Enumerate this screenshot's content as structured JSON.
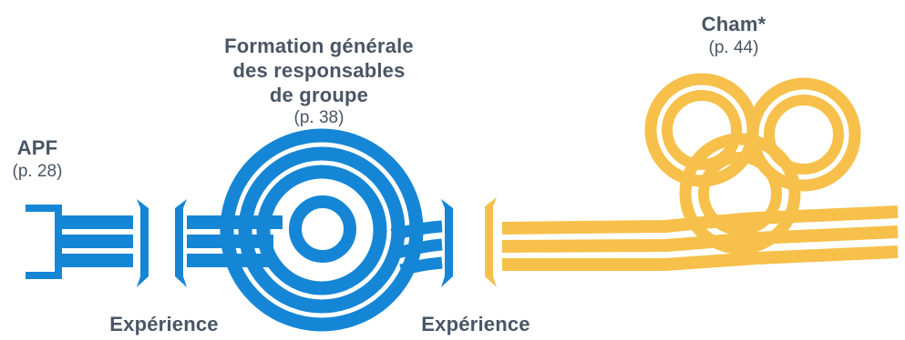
{
  "colors": {
    "blue": "#1586d6",
    "yellow": "#f6c04a",
    "text": "#4a5564",
    "background": "#ffffff"
  },
  "labels": {
    "apf": {
      "title": "APF",
      "page": "(p. 28)"
    },
    "formation": {
      "title_lines": [
        "Formation générale",
        "des responsables",
        "de groupe"
      ],
      "page": "(p. 38)"
    },
    "cham": {
      "title": "Cham*",
      "page": "(p. 44)"
    },
    "experience_1": "Expérience",
    "experience_2": "Expérience"
  }
}
